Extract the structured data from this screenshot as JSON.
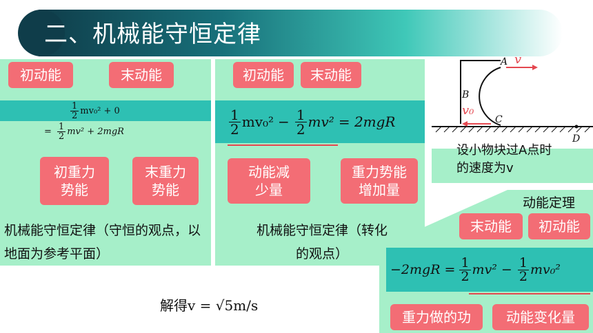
{
  "title": "二、机械能守恒定律",
  "left": {
    "tag_ke_initial": "初动能",
    "tag_ke_final": "末动能",
    "eq1": "mv₀² + 0",
    "eq2_prefix": "=",
    "eq2_rest": "mv² + 2mgR",
    "tag_pe_initial": "初重力势能",
    "tag_pe_final": "末重力势能",
    "caption": "机械能守恒定律（守恒的观点，以地面为参考平面）"
  },
  "middle": {
    "tag_ke_initial": "初动能",
    "tag_ke_final": "末动能",
    "eq_left": "mv₀²",
    "eq_mid": "mv²",
    "eq_right": "= 2mgR",
    "tag_ke_decrease": "动能减少量",
    "tag_pe_increase": "重力势能增加量",
    "caption": "机械能守恒定律（转化的观点）"
  },
  "diagram": {
    "label_A": "A",
    "label_B": "B",
    "label_C": "C",
    "label_D": "D",
    "label_v": "v",
    "label_v0": "v₀",
    "note": "设小物块过A点时的速度为v"
  },
  "right": {
    "heading": "动能定理",
    "tag_ke_final": "末动能",
    "tag_ke_initial": "初动能",
    "eq_lhs": "−2mgR =",
    "eq_term1": "mv²",
    "eq_minus": "−",
    "eq_term2": "mv₀²",
    "tag_work": "重力做的功",
    "tag_ke_change": "动能变化量"
  },
  "result": "解得v = √5m/s",
  "fraction_num": "1",
  "fraction_den": "2",
  "colors": {
    "panel": "#a6efc9",
    "band": "#2ec0b3",
    "tag": "#f36d75",
    "title": "#0f3d4a"
  }
}
